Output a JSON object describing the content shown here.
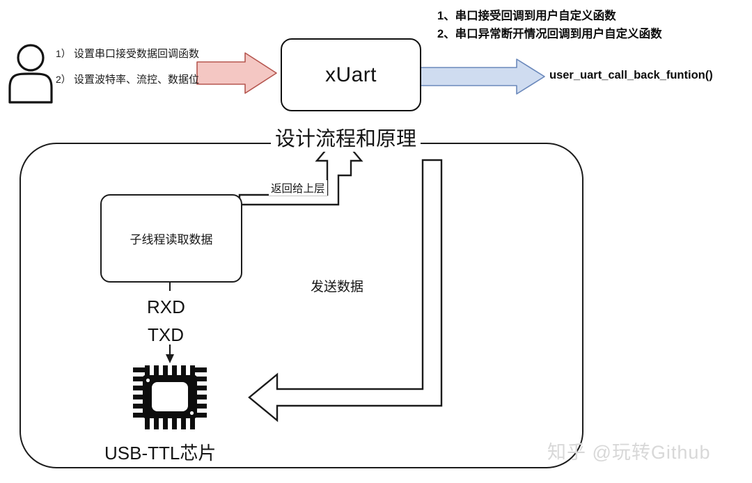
{
  "diagram": {
    "title": "设计流程和原理",
    "actor": {
      "icon": "person-icon",
      "steps": [
        {
          "num": "1）",
          "text": "设置串口接受数据回调函数"
        },
        {
          "num": "2）",
          "text": "设置波特率、流控、数据位"
        }
      ]
    },
    "module": {
      "label": "xUart"
    },
    "notes": [
      "1、串口接受回调到用户自定义函数",
      "2、串口异常断开情况回调到用户自定义函数"
    ],
    "callback": {
      "label": "user_uart_call_back_funtion()"
    },
    "subthread": {
      "label": "子线程读取数据"
    },
    "edges": {
      "return_label": "返回给上层",
      "send_label": "发送数据"
    },
    "signals": {
      "rxd": "RXD",
      "txd": "TXD"
    },
    "chip": {
      "icon": "integrated-circuit-icon",
      "caption": "USB-TTL芯片"
    },
    "watermark": "知乎 @玩转Github",
    "colors": {
      "red_arrow_fill": "#f4c7c3",
      "red_arrow_stroke": "#b5564f",
      "blue_arrow_fill": "#cfdcf0",
      "blue_arrow_stroke": "#6a88bb",
      "line": "#1c1c1c",
      "watermark": "#d8d8d8"
    }
  }
}
